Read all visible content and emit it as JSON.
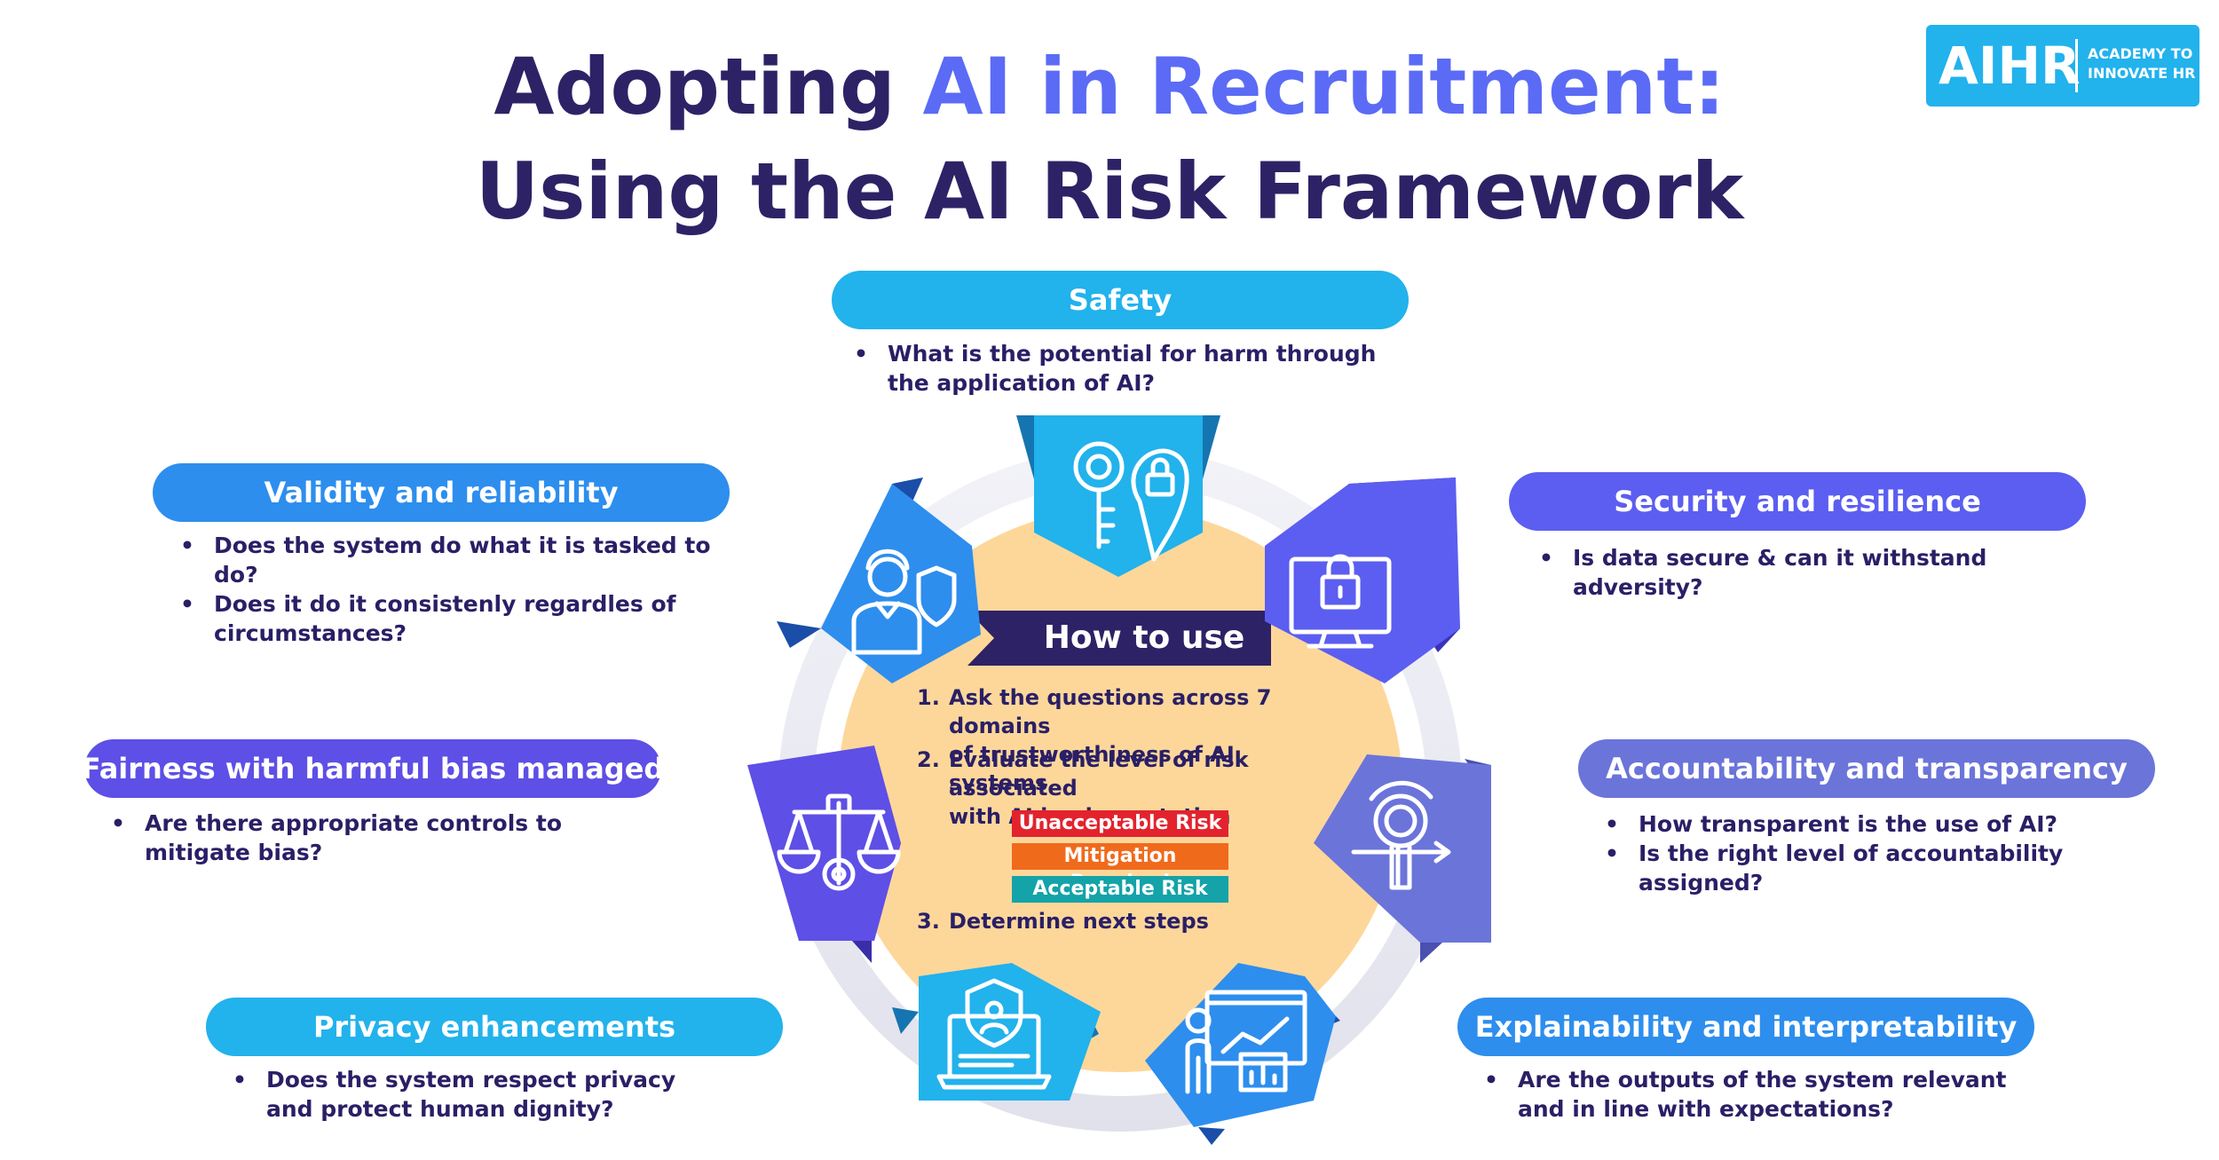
{
  "title": {
    "line1_prefix": "Adopting ",
    "line1_accent": "AI in Recruitment:",
    "line2": "Using the AI Risk Framework"
  },
  "logo": {
    "main": "AIHR",
    "sub": "ACADEMY TO INNOVATE HR"
  },
  "domains": {
    "safety": {
      "label": "Safety",
      "color": "#22b2ec",
      "bullets": [
        "What is the potential for harm through the application of AI?"
      ]
    },
    "validity": {
      "label": "Validity and reliability",
      "color": "#2d8eee",
      "bullets": [
        "Does the system do what it is tasked to do?",
        "Does it do it consistenly regardles of circumstances?"
      ]
    },
    "security": {
      "label": "Security and resilience",
      "color": "#5b5ef0",
      "bullets": [
        "Is data secure & can it withstand adversity?"
      ]
    },
    "fairness": {
      "label": "Fairness with harmful bias managed",
      "color": "#5e4fe6",
      "bullets": [
        "Are there appropriate controls to mitigate bias?"
      ]
    },
    "accountability": {
      "label": "Accountability and transparency",
      "color": "#6b74d9",
      "bullets": [
        "How transparent is the use of AI?",
        "Is the right level of accountability assigned?"
      ]
    },
    "privacy": {
      "label": "Privacy enhancements",
      "color": "#22b2ec",
      "bullets": [
        "Does the system respect privacy and protect human dignity?"
      ]
    },
    "explainability": {
      "label": "Explainability and interpretability",
      "color": "#2d8eee",
      "bullets": [
        "Are the outputs of the system relevant and in line with expectations?"
      ]
    }
  },
  "how_to_use": {
    "title": "How to use",
    "steps": [
      {
        "num": "1.",
        "text_l1": "Ask the questions across 7 domains",
        "text_l2": "of trustworthiness of AI systems"
      },
      {
        "num": "2.",
        "text_l1": "Evaluate the level of risk associated",
        "text_l2": "with AI implementation"
      },
      {
        "num": "3.",
        "text_l1": "Determine next steps",
        "text_l2": ""
      }
    ],
    "risk_levels": [
      {
        "label": "Unacceptable Risk",
        "color": "#e2232e"
      },
      {
        "label": "Mitigation Required",
        "color": "#f06a1c"
      },
      {
        "label": "Acceptable Risk",
        "color": "#14a3a8"
      }
    ]
  },
  "icons": [
    "key-lock-icon",
    "person-shield-icon",
    "lock-monitor-icon",
    "justice-scales-icon",
    "magnifier-arrow-icon",
    "laptop-privacy-icon",
    "presenter-chart-icon"
  ]
}
